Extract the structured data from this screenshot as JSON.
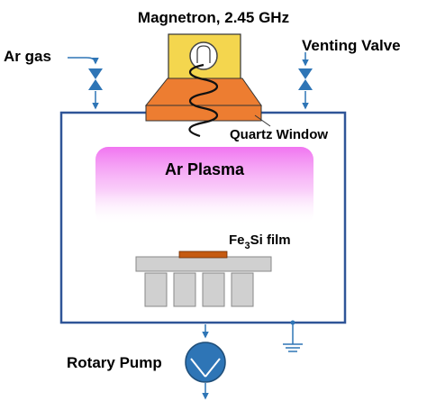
{
  "labels": {
    "magnetron": "Magnetron, 2.45 GHz",
    "ar_gas": "Ar gas",
    "venting_valve": "Venting Valve",
    "quartz_window": "Quartz Window",
    "ar_plasma": "Ar Plasma",
    "film_prefix": "Fe",
    "film_subscript": "3",
    "film_suffix": "Si film",
    "rotary_pump": "Rotary Pump"
  },
  "colors": {
    "chamber_line": "#2f5597",
    "valve_fill": "#2e75b6",
    "magnetron_box": "#f4d64e",
    "quartz_window": "#ed7d31",
    "plasma_edge": "#f06ef0",
    "film": "#c55a11",
    "heater": "#d0d0d0",
    "pump": "#1f4e79"
  },
  "icons": {
    "magnetron_dial": "dial-icon",
    "coil": "coil-icon",
    "valve": "valve-icon",
    "ground": "ground-icon",
    "pump": "rotary-pump-icon"
  }
}
